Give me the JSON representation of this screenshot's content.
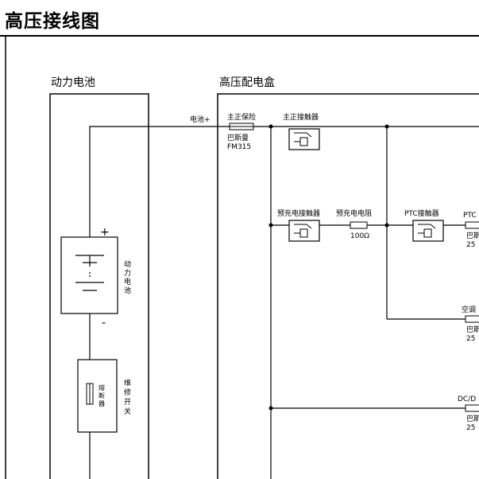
{
  "title": "高压接线图",
  "sections": {
    "battery_box": "动力电池",
    "pdu_box": "高压配电盒"
  },
  "labels": {
    "battery_plus": "电池+",
    "main_fuse": "主正保险",
    "main_fuse_brand": "巴斯曼",
    "main_fuse_model": "FM315",
    "main_contactor": "主正接触器",
    "precharge_contactor": "预充电接触器",
    "precharge_resistor": "预充电电阻",
    "resistor_value": "100Ω",
    "ptc_contactor": "PTC接触器",
    "ptc_fuse_partial": "PTC",
    "ptc_fuse_brand_partial": "巴斯",
    "ptc_fuse_value_partial": "25",
    "ac_fuse_partial": "空调",
    "ac_fuse_brand_partial": "巴斯",
    "ac_fuse_value_partial": "25",
    "dcdc_fuse_partial": "DC/D",
    "dcdc_fuse_brand_partial": "巴斯",
    "dcdc_fuse_value_partial": "25",
    "battery_positive_sign": "+",
    "battery_negative_sign": "-",
    "battery_pack": [
      "动",
      "力",
      "电",
      "池"
    ],
    "fuse_inner": [
      "熔",
      "断",
      "器"
    ],
    "service_switch": [
      "维",
      "修",
      "开",
      "关"
    ]
  }
}
